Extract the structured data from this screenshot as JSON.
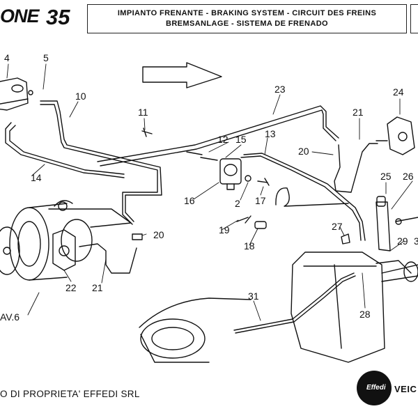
{
  "header": {
    "logo_text": "ONE",
    "page_number": "35",
    "title_line1": "IMPIANTO FRENANTE - BRAKING SYSTEM - CIRCUIT DES FREINS",
    "title_line2": "BREMSANLAGE - SISTEMA DE FRENADO"
  },
  "callouts": {
    "c4": "4",
    "c5": "5",
    "c10": "10",
    "c23": "23",
    "c24": "24",
    "c11": "11",
    "c21a": "21",
    "c12": "12",
    "c15": "15",
    "c13": "13",
    "c20a": "20",
    "c14": "14",
    "c25": "25",
    "c26": "26",
    "c16": "16",
    "c2": "2",
    "c17": "17",
    "c19": "19",
    "c18": "18",
    "c27": "27",
    "c20b": "20",
    "c29": "29",
    "c3x": "3",
    "c22": "22",
    "c21b": "21",
    "c31": "31",
    "c28": "28",
    "av6": "AV.6"
  },
  "footer": {
    "ownership": "O DI PROPRIETA' EFFEDI SRL",
    "brand_logo": "Effedi",
    "brand_text": "VEIC"
  }
}
